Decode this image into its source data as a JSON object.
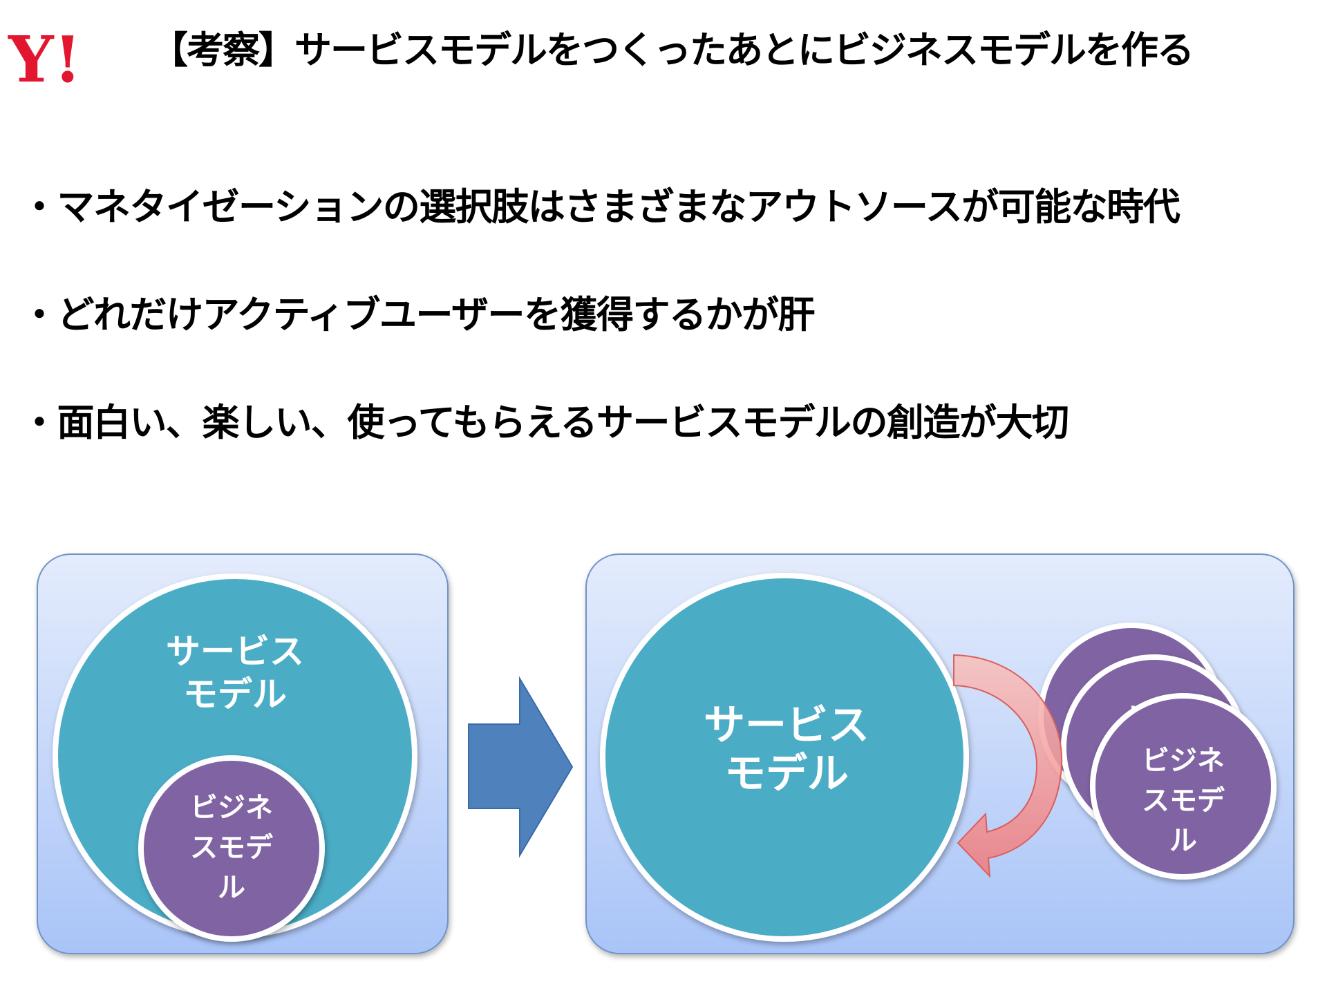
{
  "header": {
    "logo_text": "Y!",
    "title": "【考察】サービスモデルをつくったあとにビジネスモデルを作る"
  },
  "bullets": [
    "・マネタイゼーションの選択肢はさまざまなアウトソースが可能な時代",
    "・どれだけアクティブユーザーを獲得するかが肝",
    "・面白い、楽しい、使ってもらえるサービスモデルの創造が大切"
  ],
  "diagram": {
    "left_panel": {
      "service_line1": "サービス",
      "service_line2": "モデル",
      "business_line1": "ビジネ",
      "business_line2": "スモデ",
      "business_line3": "ル"
    },
    "right_panel": {
      "service_line1": "サービス",
      "service_line2": "モデル",
      "business_back1": "ビジ",
      "business_back2": "ビジ",
      "business_line1": "ビジネ",
      "business_line2": "スモデ",
      "business_line3": "ル"
    },
    "colors": {
      "panel_top": "#e4ecfc",
      "panel_bottom": "#a9c4f8",
      "service_circle": "#4bacc6",
      "business_circle": "#8064a2",
      "transition_arrow": "#4f81bd",
      "cycle_arrow": "#f08080",
      "logo": "#e2162f"
    }
  }
}
